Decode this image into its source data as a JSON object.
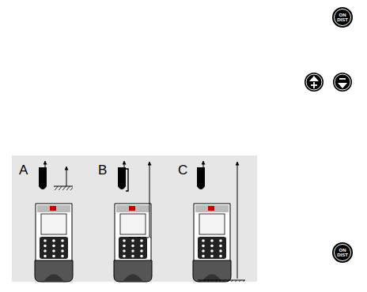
{
  "diagram": {
    "nodes": [
      {
        "text": [
          "ON DIST"
        ]
      },
      {
        "text": [
          "ON DIST"
        ]
      }
    ],
    "labels": [
      "A",
      "B",
      "C"
    ]
  }
}
